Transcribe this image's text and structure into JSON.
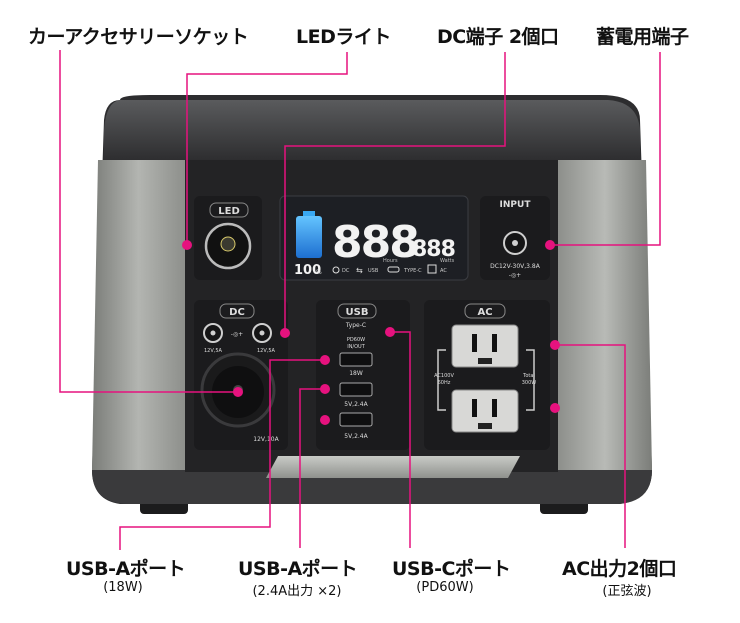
{
  "callouts": {
    "car_socket": "カーアクセサリーソケット",
    "led_light": "LEDライト",
    "dc_ports": "DC端子 2個口",
    "charge_port": "蓄電用端子",
    "usb_a_18w": {
      "title": "USB-Aポート",
      "sub": "(18W)"
    },
    "usb_a_24": {
      "title": "USB-Aポート",
      "sub": "(2.4A出力 ×2)"
    },
    "usb_c": {
      "title": "USB-Cポート",
      "sub": "(PD60W)"
    },
    "ac_out": {
      "title": "AC出力2個口",
      "sub": "(正弦波)"
    }
  },
  "panel": {
    "led_tag": "LED",
    "input_tag": "INPUT",
    "input_spec": "DC12V-30V,3.8A",
    "input_polarity": "-◎+",
    "dc_tag": "DC",
    "dc_left_spec": "12V,5A",
    "dc_right_spec": "12V,5A",
    "dc_polarity": "-◎+",
    "socket_spec": "12V,10A",
    "usb_tag": "USB",
    "usb_typec": "Type-C",
    "usb_pd": "PD60W",
    "usb_inout": "IN/OUT",
    "usb_18w": "18W",
    "usb_5v_1": "5V,2.4A",
    "usb_5v_2": "5V,2.4A",
    "ac_tag": "AC",
    "ac_left": "AC100V",
    "ac_left2": "60Hz",
    "ac_right": "Total",
    "ac_right2": "300W"
  },
  "lcd": {
    "main": "888",
    "main_unit": "Hours",
    "small": "888",
    "small_unit": "Watts",
    "percent": "100",
    "percent_unit": "%",
    "icons": [
      "DC",
      "USB",
      "TYPE-C",
      "AC"
    ]
  },
  "colors": {
    "accent": "#e6127e",
    "body_dark": "#2b2b2d",
    "panel": "#222224",
    "grip": "#9a9c98",
    "lcd_bg": "#1d1f24",
    "lcd_blue": "#39a8f2"
  }
}
